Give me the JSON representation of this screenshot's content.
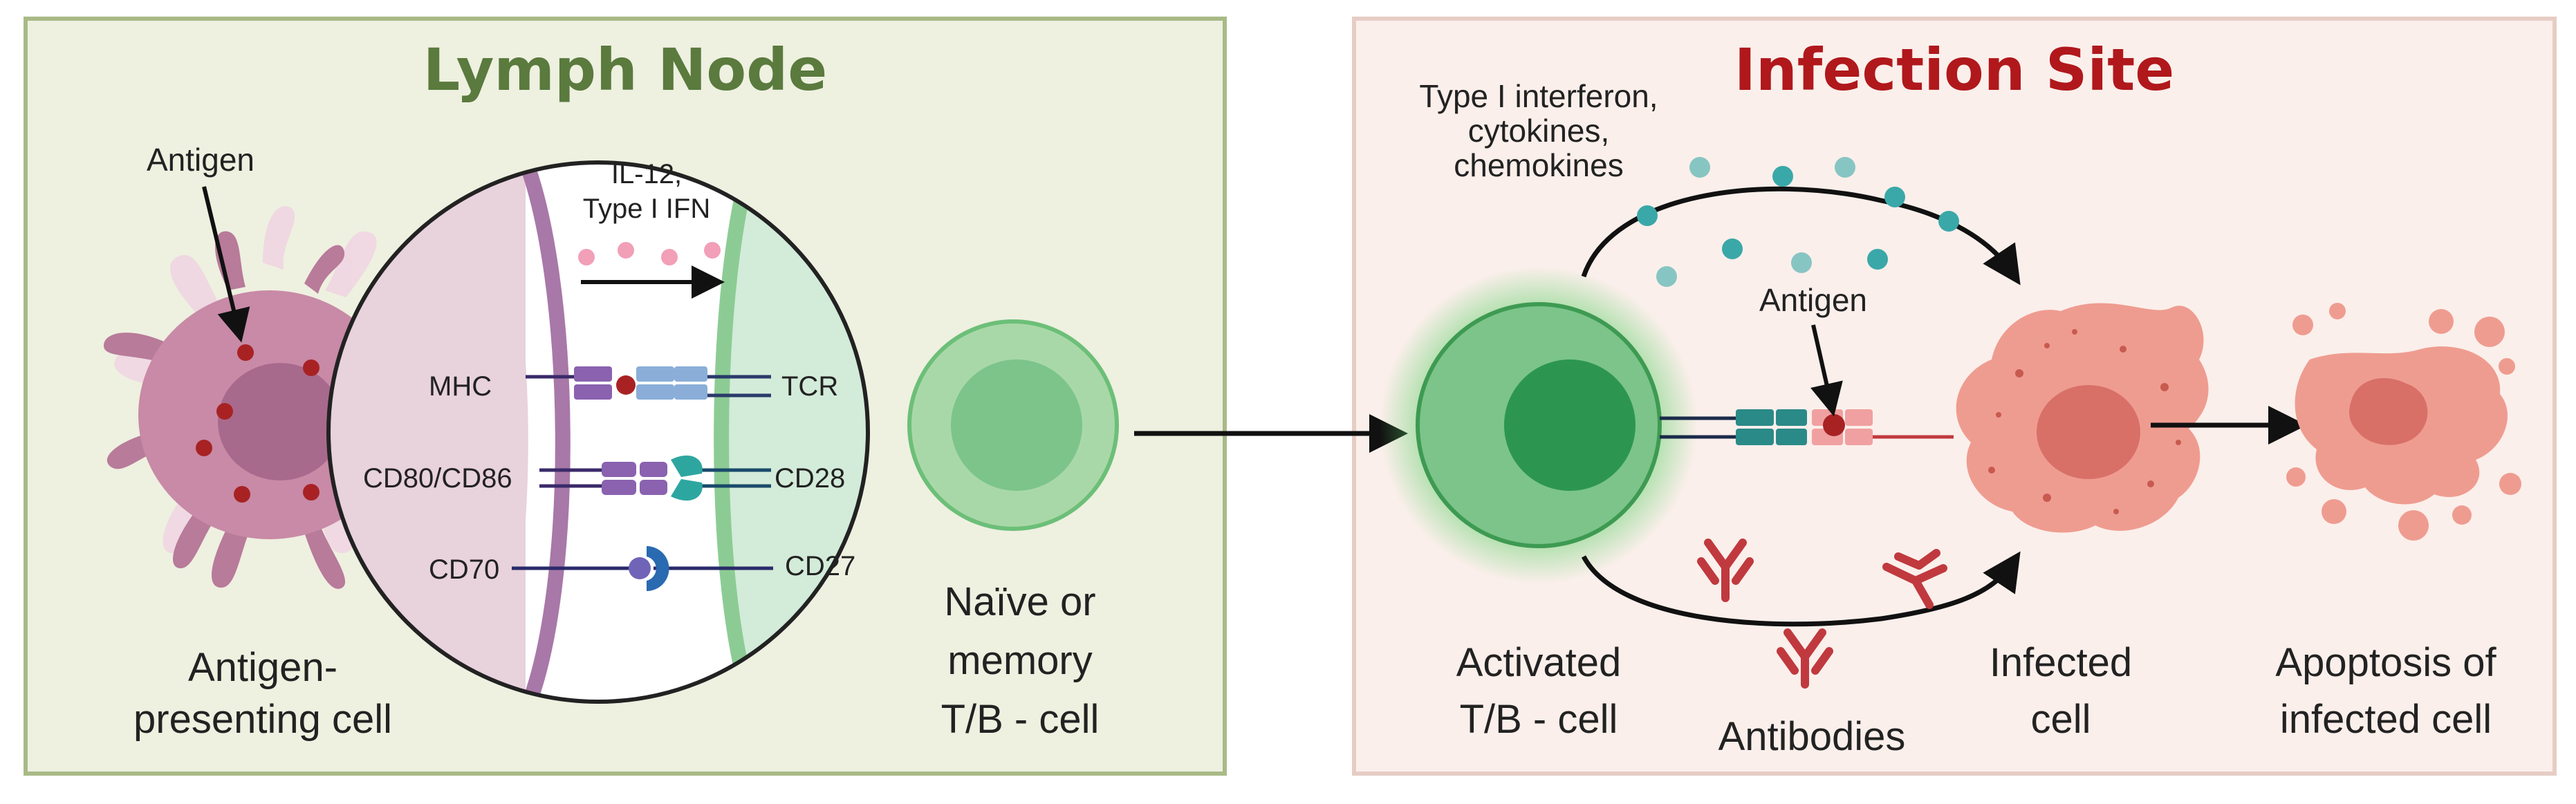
{
  "panels": {
    "lymph_node": {
      "title": "Lymph Node"
    },
    "infection_site": {
      "title": "Infection Site"
    }
  },
  "labels": {
    "antigen_apc": "Antigen",
    "il12_line1": "IL-12,",
    "il12_line2": "Type I IFN",
    "mhc": "MHC",
    "tcr": "TCR",
    "cd80_cd86": "CD80/CD86",
    "cd28": "CD28",
    "cd70": "CD70",
    "cd27": "CD27",
    "apc_line1": "Antigen-",
    "apc_line2": "presenting cell",
    "naive_line1": "Naïve or",
    "naive_line2": "memory",
    "naive_line3": "T/B - cell",
    "ifn_line1": "Type I interferon,",
    "ifn_line2": "cytokines,",
    "ifn_line3": "chemokines",
    "antigen_infected": "Antigen",
    "activated_line1": "Activated",
    "activated_line2": "T/B - cell",
    "antibodies": "Antibodies",
    "infected_line1": "Infected",
    "infected_line2": "cell",
    "apoptosis_line1": "Apoptosis of",
    "apoptosis_line2": "infected cell"
  },
  "colors": {
    "lymph_panel_bg": "#eef0e0",
    "lymph_title": "#5a7a3e",
    "infection_panel_bg": "#fbefeb",
    "infection_title": "#b0181c",
    "apc_cell": "#c88aa6",
    "t_cell": "#7cc48a",
    "infected_cell": "#ef9c90",
    "antigen_dot": "#a82224",
    "cytokine_dot": "#3aa8a8",
    "antibody": "#c0393e"
  }
}
